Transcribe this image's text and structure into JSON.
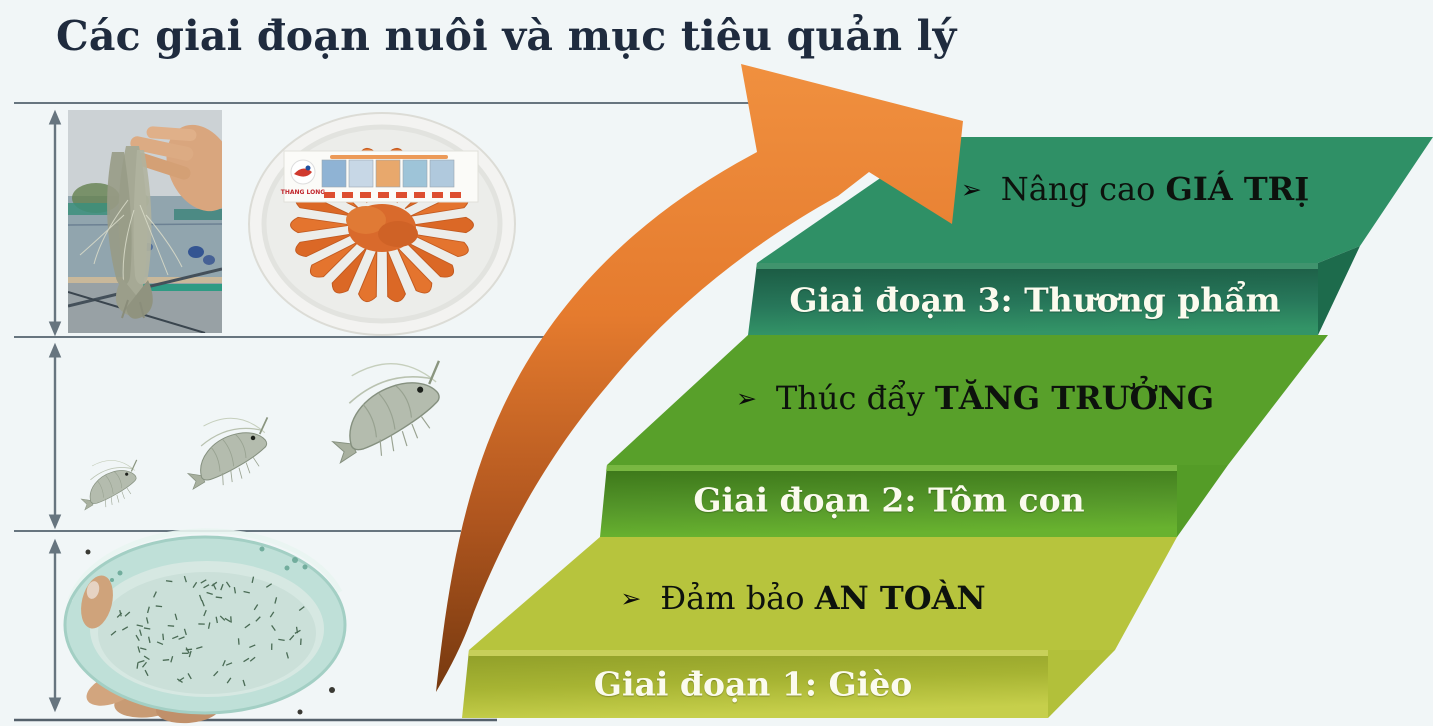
{
  "slide": {
    "title": "Các giai đoạn nuôi và mục tiêu quản lý",
    "background_color": "#f1f6f7",
    "title_color": "#1f2b3e"
  },
  "stairs": {
    "bullet_char": "➢",
    "growth_arrow_colors": {
      "head": "#ef8a3c",
      "mid": "#c26023",
      "tail": "#76390f"
    },
    "steps": [
      {
        "riser_label": "Giai đoạn 1: Gièo",
        "goal_prefix": "Đảm bảo ",
        "goal_emphasis": "AN TOÀN",
        "tread_color": "#b7c43d",
        "riser_color_top": "#8e9d28",
        "riser_color_bottom": "#c6cf4b"
      },
      {
        "riser_label": "Giai đoạn 2: Tôm con",
        "goal_prefix": "Thúc đẩy ",
        "goal_emphasis": "TĂNG TRƯỞNG",
        "tread_color": "#58a02a",
        "riser_color_top": "#3a7418",
        "riser_color_bottom": "#68b22f"
      },
      {
        "riser_label": "Giai đoạn 3: Thương phẩm",
        "goal_prefix": "Nâng cao ",
        "goal_emphasis": "GIÁ TRỊ",
        "tread_color": "#2f9066",
        "riser_color_top": "#1a5841",
        "riser_color_bottom": "#339467"
      }
    ]
  },
  "left_panel": {
    "platter_brand": "THANG LONG",
    "line_color": "#67757f"
  }
}
